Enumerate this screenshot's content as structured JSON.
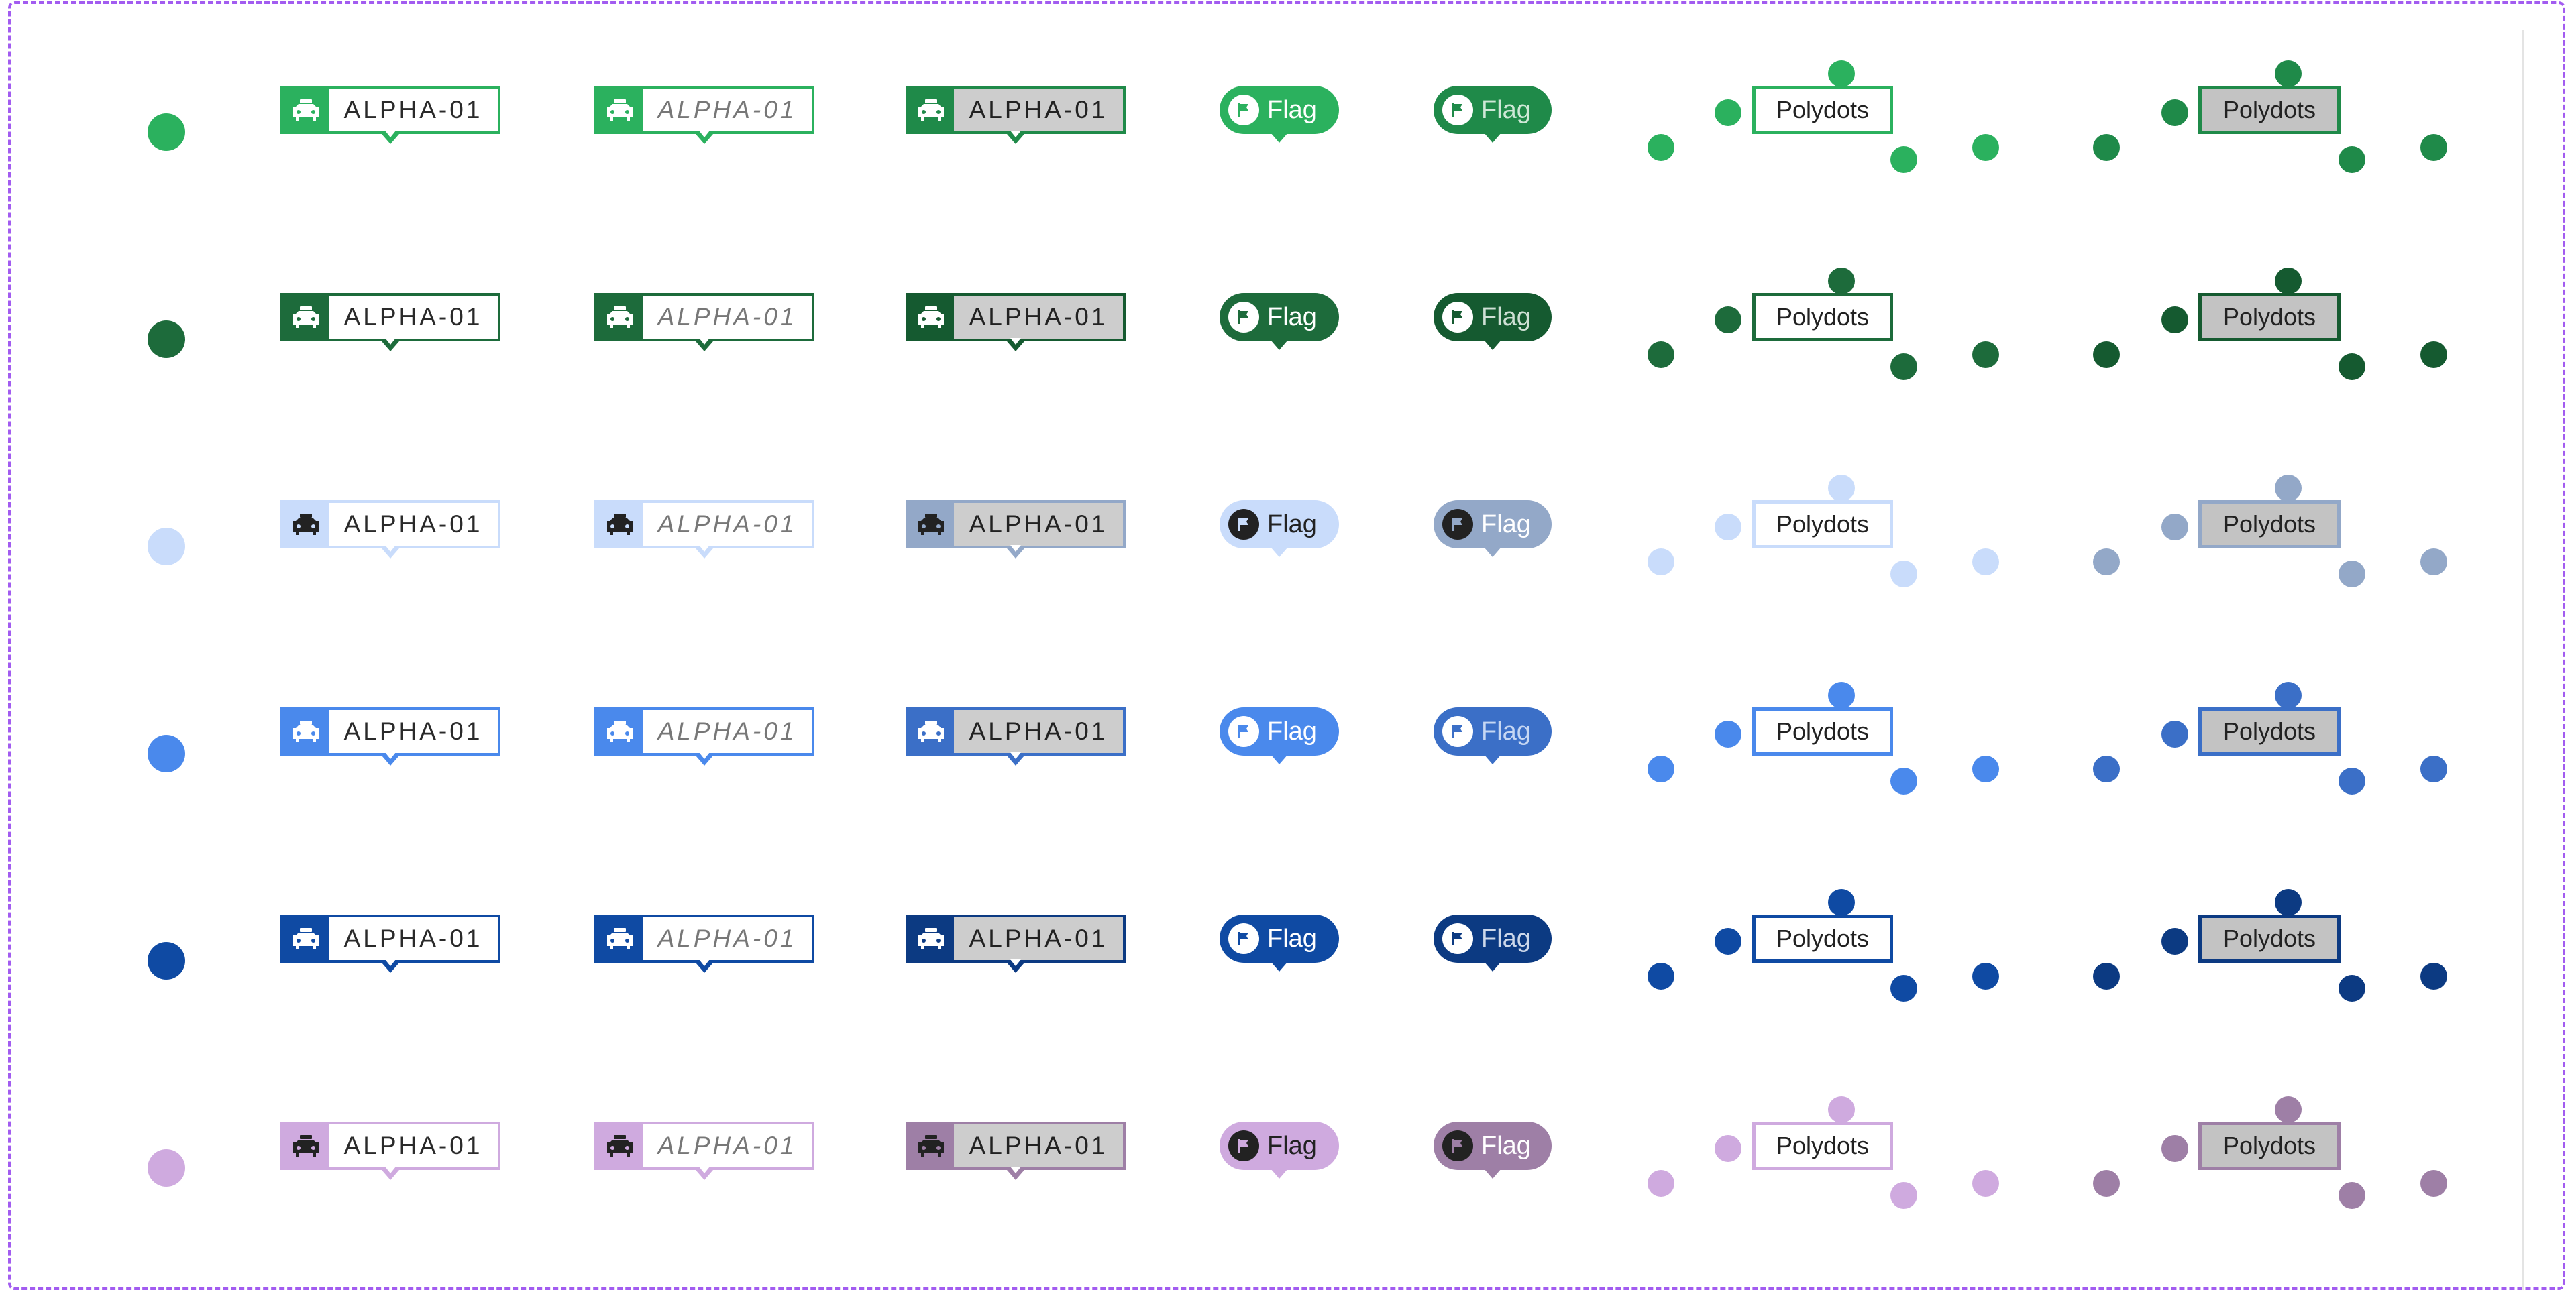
{
  "labels": {
    "vehicle_text": "ALPHA-01",
    "flag_text": "Flag",
    "polydots_text": "Polydots"
  },
  "icons": {
    "vehicle": "car-icon",
    "flag": "flag-icon"
  },
  "rows": [
    {
      "name": "green",
      "main": "#2bb15e",
      "border": "#2bb15e",
      "ico_bg": "#2bb15e",
      "ico_fg": "#ffffff",
      "dark": "#1f8a49",
      "flag_text_color": "#ffffff",
      "flag_dark_text": "#cfe8d7",
      "flag_icon_bg": "#ffffff",
      "flag_icon_fg": "#2bb15e"
    },
    {
      "name": "dark-green",
      "main": "#1d6b3b",
      "border": "#1d6b3b",
      "ico_bg": "#1d6b3b",
      "ico_fg": "#ffffff",
      "dark": "#155a30",
      "flag_text_color": "#ffffff",
      "flag_dark_text": "#cfe0d5",
      "flag_icon_bg": "#ffffff",
      "flag_icon_fg": "#1d6b3b"
    },
    {
      "name": "light-blue",
      "main": "#c9dcfb",
      "border": "#c9dcfb",
      "ico_bg": "#c9dcfb",
      "ico_fg": "#222222",
      "dark": "#93a8c8",
      "flag_text_color": "#222222",
      "flag_dark_text": "#ffffff",
      "flag_icon_bg": "#222222",
      "flag_icon_fg": "#c9dcfb"
    },
    {
      "name": "blue",
      "main": "#4a89ec",
      "border": "#4a89ec",
      "ico_bg": "#4a89ec",
      "ico_fg": "#ffffff",
      "dark": "#3b6fc7",
      "flag_text_color": "#ffffff",
      "flag_dark_text": "#c6d7f3",
      "flag_icon_bg": "#ffffff",
      "flag_icon_fg": "#4a89ec"
    },
    {
      "name": "dark-blue",
      "main": "#0f4aa3",
      "border": "#0f4aa3",
      "ico_bg": "#0f4aa3",
      "ico_fg": "#ffffff",
      "dark": "#0c3a82",
      "flag_text_color": "#ffffff",
      "flag_dark_text": "#cdd8ea",
      "flag_icon_bg": "#ffffff",
      "flag_icon_fg": "#0f4aa3"
    },
    {
      "name": "lavender",
      "main": "#cfaadf",
      "border": "#cfaadf",
      "ico_bg": "#cfaadf",
      "ico_fg": "#222222",
      "dark": "#9e7fa6",
      "flag_text_color": "#222222",
      "flag_dark_text": "#ffffff",
      "flag_icon_bg": "#222222",
      "flag_icon_fg": "#cfaadf"
    }
  ]
}
